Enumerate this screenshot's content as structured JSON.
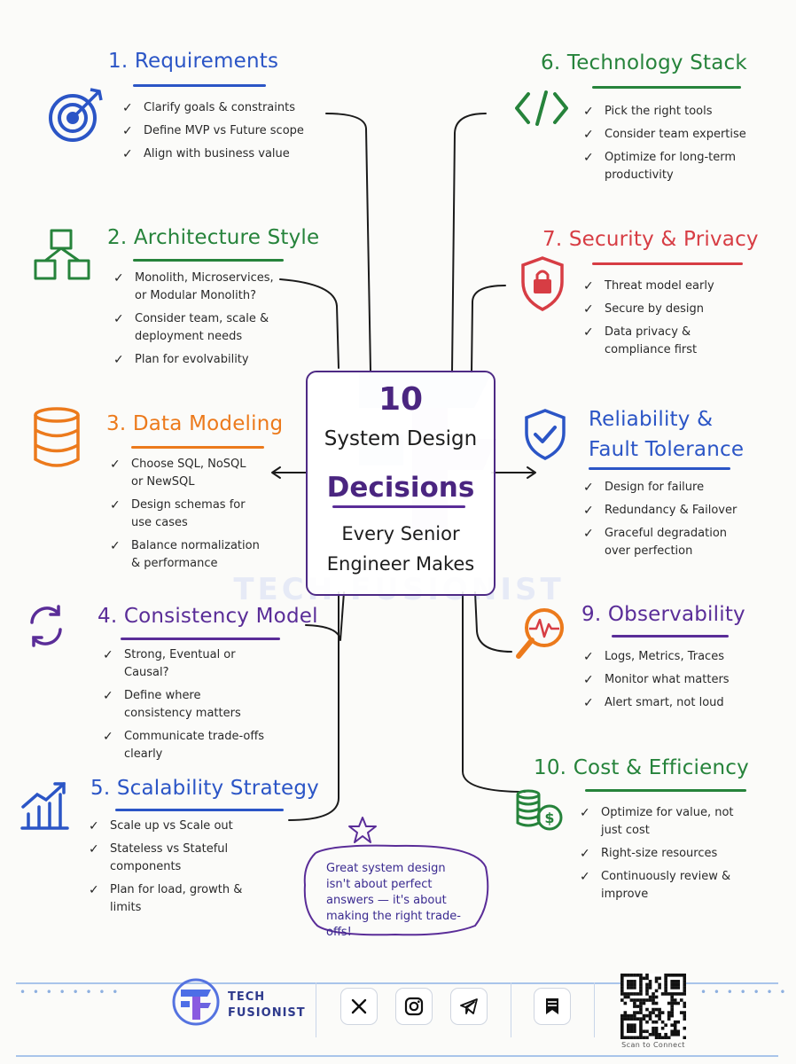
{
  "header_center": {
    "number": "10",
    "line1": "System Design",
    "line2": "Decisions",
    "line3": "Every Senior",
    "line4": "Engineer Makes"
  },
  "watermark_text": "TECH FUSIONIST",
  "sections": {
    "s1": {
      "icon": "target-icon",
      "color": "#2b55c6",
      "title": "1. Requirements",
      "items": [
        "Clarify goals & constraints",
        "Define MVP vs Future scope",
        "Align with business value"
      ]
    },
    "s2": {
      "icon": "cubes-icon",
      "color": "#26833b",
      "title": "2. Architecture Style",
      "items": [
        "Monolith, Microservices, or Modular Monolith?",
        "Consider team, scale & deployment needs",
        "Plan for evolvability"
      ]
    },
    "s3": {
      "icon": "database-icon",
      "color": "#ec7a1c",
      "title": "3. Data Modeling",
      "items": [
        "Choose SQL, NoSQL or NewSQL",
        "Design schemas for use cases",
        "Balance normalization & performance"
      ]
    },
    "s4": {
      "icon": "sync-arrows-icon",
      "color": "#5a2d98",
      "title": "4. Consistency Model",
      "items": [
        "Strong, Eventual or Causal?",
        "Define where consistency matters",
        "Communicate trade-offs clearly"
      ]
    },
    "s5": {
      "icon": "growth-chart-icon",
      "color": "#2b55c6",
      "title": "5. Scalability Strategy",
      "items": [
        "Scale up vs Scale out",
        "Stateless vs Stateful components",
        "Plan for load, growth & limits"
      ]
    },
    "s6": {
      "icon": "code-brackets-icon",
      "color": "#26833b",
      "title": "6. Technology Stack",
      "items": [
        "Pick the right tools",
        "Consider team expertise",
        "Optimize for long-term productivity"
      ]
    },
    "s7": {
      "icon": "shield-lock-icon",
      "color": "#d73d44",
      "title": "7. Security & Privacy",
      "items": [
        "Threat model early",
        "Secure by design",
        "Data privacy & compliance first"
      ]
    },
    "s8": {
      "icon": "shield-check-icon",
      "color": "#2b55c6",
      "title_line1": "Reliability &",
      "title_line2": "Fault Tolerance",
      "items": [
        "Design for failure",
        "Redundancy & Failover",
        "Graceful degradation over perfection"
      ]
    },
    "s9": {
      "icon": "magnifier-pulse-icon",
      "color": "#5a2d98",
      "title": "9. Observability",
      "items": [
        "Logs, Metrics, Traces",
        "Monitor what matters",
        "Alert smart, not loud"
      ]
    },
    "s10": {
      "icon": "coins-dollar-icon",
      "color": "#26833b",
      "title": "10. Cost & Efficiency",
      "items": [
        "Optimize for value, not just cost",
        "Right-size resources",
        "Continuously review & improve"
      ]
    }
  },
  "checkmark": "✓",
  "quote": "Great system design isn't about perfect answers — it's about making the right trade-offs!",
  "footer": {
    "brand_line1": "TECH",
    "brand_line2": "FUSIONIST",
    "socials": [
      "x-icon",
      "instagram-icon",
      "telegram-icon",
      "bookmark-icon"
    ],
    "qr_caption": "Scan to Connect"
  }
}
